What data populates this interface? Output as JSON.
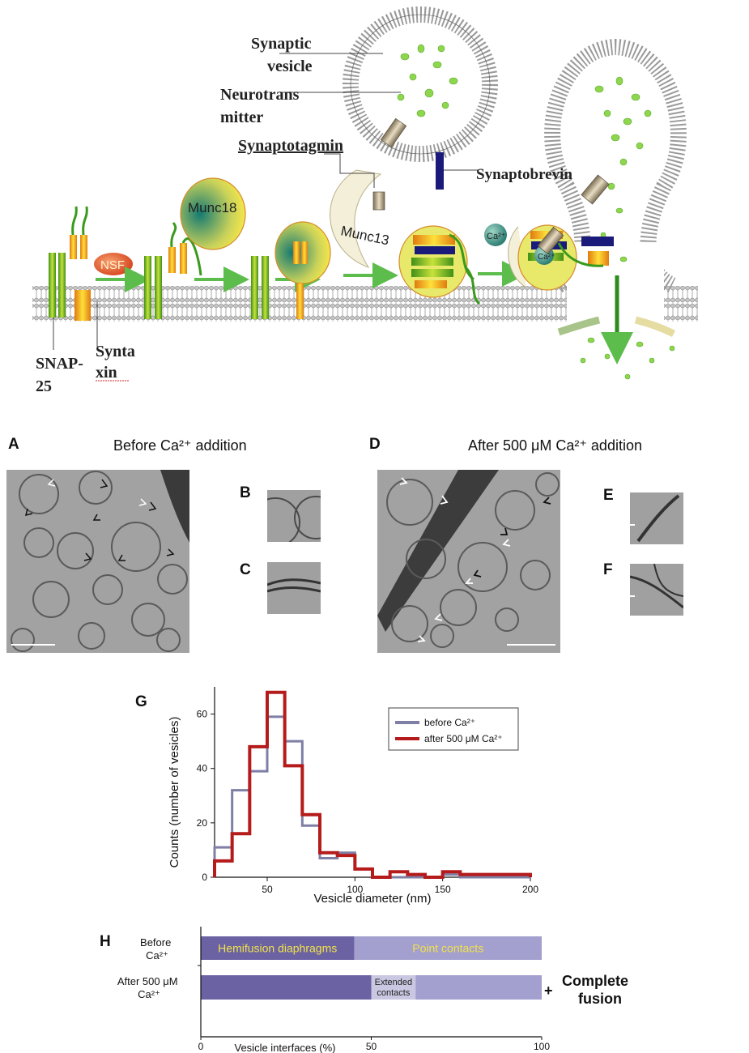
{
  "schematic": {
    "labels": {
      "synaptic_vesicle": [
        "Synaptic",
        "vesicle"
      ],
      "neurotransmitter": [
        "Neurotrans",
        "mitter"
      ],
      "synaptotagmin": "Synaptotagmin",
      "synaptobrevin": "Synaptobrevin",
      "munc18": "Munc18",
      "munc13": "Munc13",
      "nsf": "NSF",
      "ca_free": "Ca²⁺",
      "ca_bound": "Ca²⁺",
      "snap25": [
        "SNAP-",
        "25"
      ],
      "syntaxin": [
        "Synta",
        "xin"
      ]
    },
    "colors": {
      "membrane_head": "#bdbdbd",
      "snare_green": "#5aaa28",
      "snare_yellow": "#f2b21e",
      "munc18": "#2c8a7c",
      "synaptobrevin": "#1a1a7a",
      "vesicle_content": "#8ed64e",
      "arrow": "#5cbd4c"
    }
  },
  "panels": {
    "A": "A",
    "B": "B",
    "C": "C",
    "D": "D",
    "E": "E",
    "F": "F",
    "G": "G",
    "H": "H",
    "A_title": "Before Ca²⁺ addition",
    "D_title": "After 500 μM Ca²⁺ addition"
  },
  "chart_data": [
    {
      "type": "line",
      "panel": "G",
      "xlabel": "Vesicle diameter (nm)",
      "ylabel": "Counts (number of vesicles)",
      "xlim": [
        20,
        200
      ],
      "ylim": [
        0,
        70
      ],
      "xticks": [
        50,
        100,
        150,
        200
      ],
      "yticks": [
        0,
        20,
        40,
        60
      ],
      "legend_position": "top-right",
      "bin_edges": [
        20,
        30,
        40,
        50,
        60,
        70,
        80,
        90,
        100,
        110,
        120,
        130,
        140,
        150,
        160,
        170,
        180,
        190,
        200
      ],
      "series": [
        {
          "name": "before Ca²⁺",
          "color": "#7f7fa6",
          "values": [
            11,
            32,
            39,
            59,
            50,
            19,
            7,
            9,
            3,
            0,
            0,
            0,
            0,
            1,
            0,
            0,
            0,
            0
          ]
        },
        {
          "name": "after 500 μM Ca²⁺",
          "color": "#b51b1b",
          "values": [
            6,
            16,
            48,
            68,
            41,
            23,
            9,
            8,
            3,
            0,
            2,
            1,
            0,
            2,
            1,
            1,
            1,
            1
          ]
        }
      ]
    },
    {
      "type": "bar",
      "panel": "H",
      "xlabel": "Vesicle interfaces (%)",
      "xlim": [
        0,
        100
      ],
      "xticks": [
        0,
        50,
        100
      ],
      "categories": [
        [
          "Before",
          "Ca²⁺"
        ],
        [
          "After 500 μM",
          "Ca²⁺"
        ]
      ],
      "rows": [
        {
          "segments": [
            {
              "label": "Hemifusion diaphragms",
              "value": 45,
              "color": "#6b62a4"
            },
            {
              "label": "Point contacts",
              "value": 55,
              "color": "#a39fce"
            }
          ]
        },
        {
          "segments": [
            {
              "label": "",
              "value": 50,
              "color": "#6b62a4"
            },
            {
              "label": [
                "Extended",
                "contacts"
              ],
              "value": 13,
              "color": "#c9c7e1"
            },
            {
              "label": "",
              "value": 37,
              "color": "#a39fce"
            }
          ]
        }
      ],
      "side_note": [
        "+",
        "Complete",
        "fusion"
      ]
    }
  ]
}
